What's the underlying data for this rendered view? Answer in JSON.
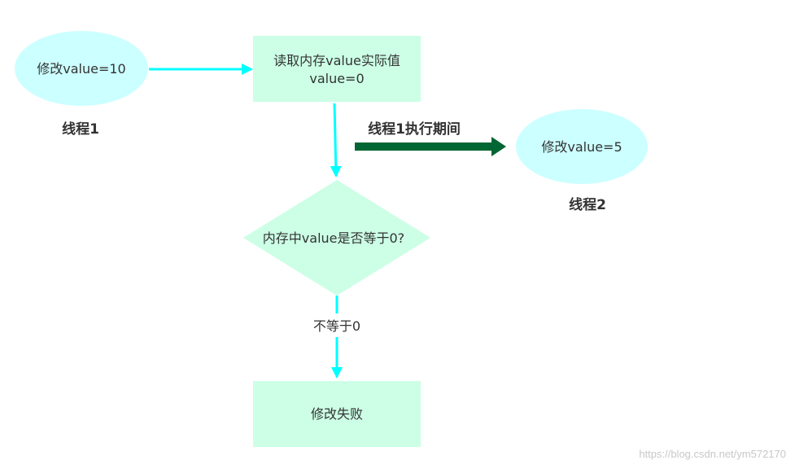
{
  "nodes": {
    "thread1_modify": "修改value=10",
    "read_memory_line1": "读取内存value实际值",
    "read_memory_line2": "value=0",
    "thread2_modify": "修改value=5",
    "decision": "内存中value是否等于0?",
    "fail": "修改失败"
  },
  "labels": {
    "thread1": "线程1",
    "thread2": "线程2",
    "during_thread1": "线程1执行期间",
    "not_equal": "不等于0"
  },
  "watermark": "https://blog.csdn.net/ym572170",
  "colors": {
    "ellipse_fill": "#ccffff",
    "box_fill": "#ccffe6",
    "cyan_arrow": "#00ffff",
    "green_arrow": "#006633"
  }
}
